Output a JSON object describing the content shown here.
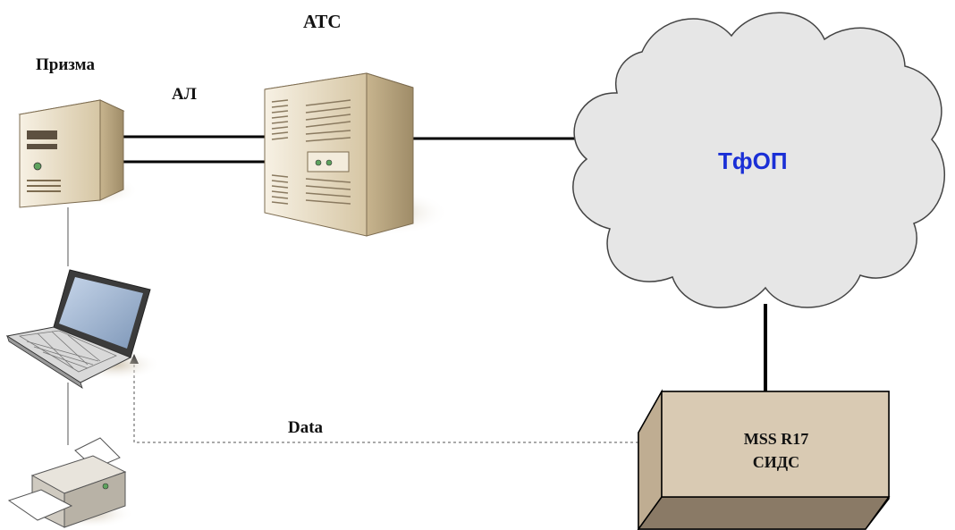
{
  "labels": {
    "prizma": "Призма",
    "atc": "АТС",
    "al": "АЛ",
    "cloud": "ТфОП",
    "data": "Data",
    "mss_line1": "MSS R17",
    "mss_line2": "СИДС"
  },
  "icons": {
    "server": "server-tower-icon",
    "switch": "telephone-exchange-icon",
    "laptop": "laptop-icon",
    "printer": "printer-icon",
    "cloud": "network-cloud-icon",
    "box": "3d-box-icon"
  },
  "colors": {
    "cloud_fill": "#e6e6e6",
    "cloud_label": "#1a2fd6",
    "box_front": "#d9cab3",
    "box_side": "#bfad92",
    "box_dark": "#8a7a66",
    "server_body": "#e8dcc4",
    "line": "#000000"
  }
}
